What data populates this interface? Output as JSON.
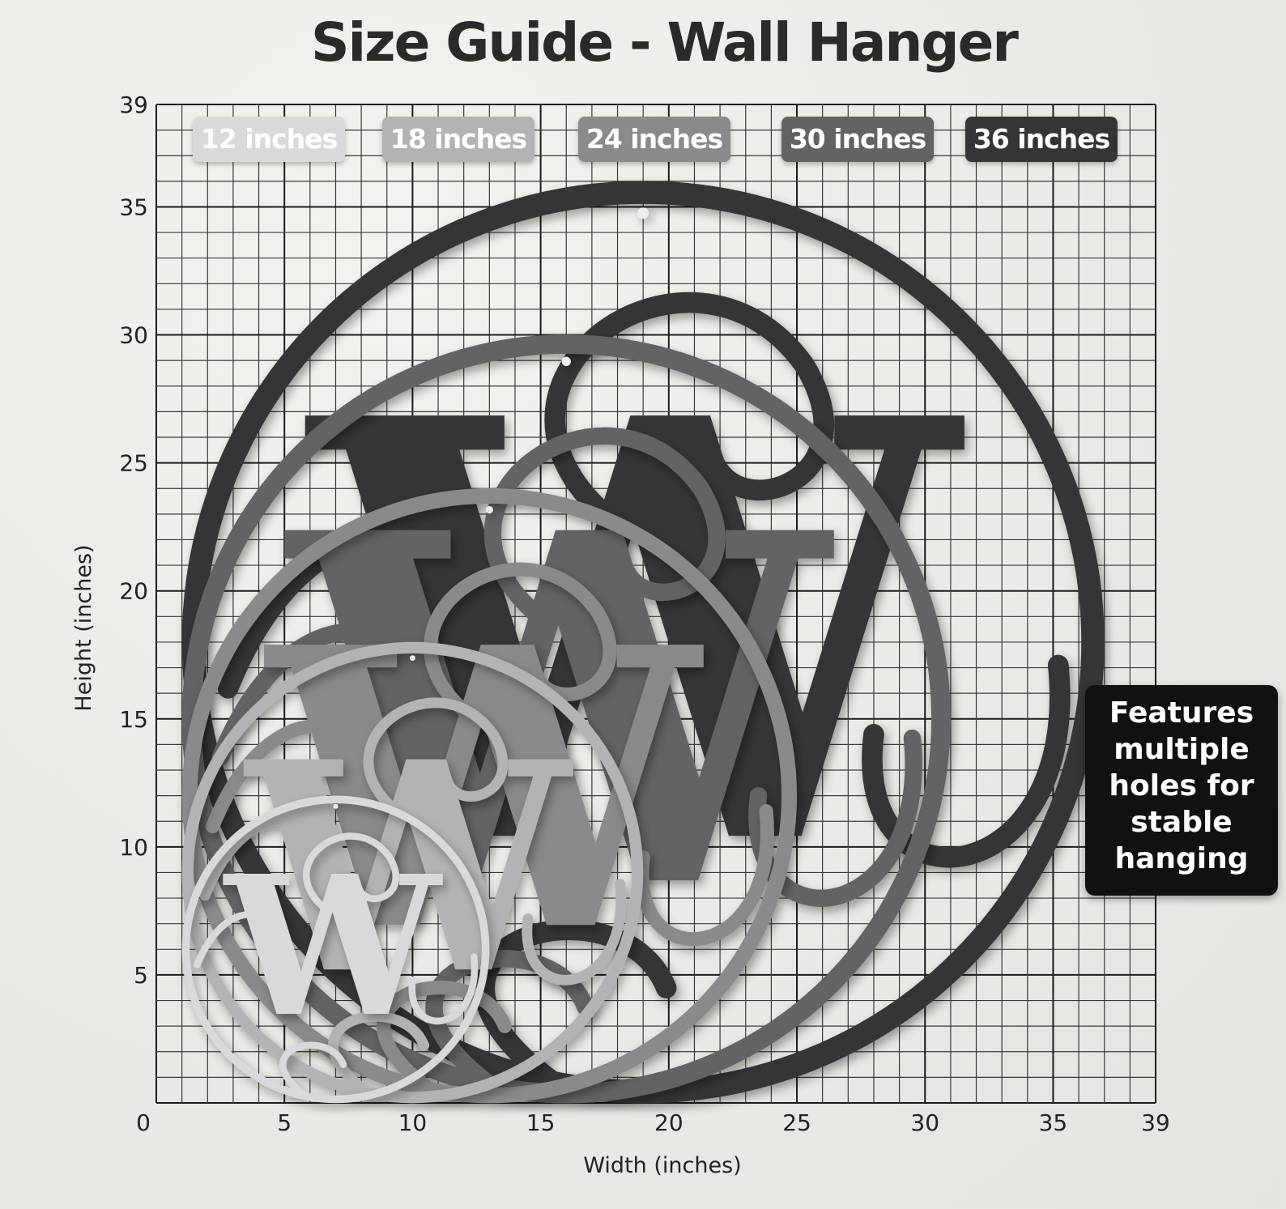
{
  "title": "Size Guide - Wall Hanger",
  "legend": [
    {
      "label": "12 inches",
      "color": "#d9d9db"
    },
    {
      "label": "18 inches",
      "color": "#b3b3b5"
    },
    {
      "label": "24 inches",
      "color": "#8a8a8c"
    },
    {
      "label": "30 inches",
      "color": "#636365"
    },
    {
      "label": "36 inches",
      "color": "#353537"
    }
  ],
  "note": [
    "Features",
    "multiple",
    "holes for",
    "stable",
    "hanging"
  ],
  "chart_data": {
    "type": "scatter",
    "xlabel": "Width (inches)",
    "ylabel": "Height (inches)",
    "xlim": [
      0,
      39
    ],
    "ylim": [
      0,
      39
    ],
    "xticks": [
      0,
      5,
      10,
      15,
      20,
      25,
      30,
      35,
      39
    ],
    "yticks": [
      0,
      5,
      10,
      15,
      20,
      25,
      30,
      35,
      39
    ],
    "grid": true,
    "monogram_letter": "W",
    "sizes": [
      {
        "diameter": 36,
        "color": "#353537"
      },
      {
        "diameter": 30,
        "color": "#636365"
      },
      {
        "diameter": 24,
        "color": "#8a8a8c"
      },
      {
        "diameter": 18,
        "color": "#b3b3b5"
      },
      {
        "diameter": 12,
        "color": "#d9d9db"
      }
    ]
  }
}
